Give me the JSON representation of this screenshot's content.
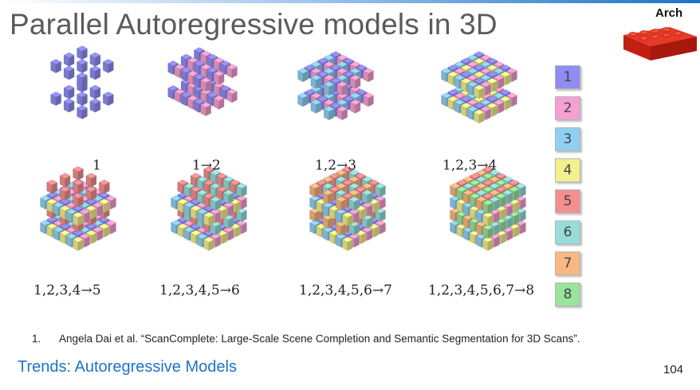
{
  "slide": {
    "title": "Parallel Autoregressive models in 3D",
    "arch_label": "Arch",
    "footer_section": "Trends: Autoregressive Models",
    "page_number": "104",
    "footnote_number": "1.",
    "footnote_text": "Angela Dai et al. “ScanComplete: Large-Scale Scene Completion and Semantic Segmentation for 3D Scans”."
  },
  "figure": {
    "captions": [
      "1",
      "1→2",
      "1,2→3",
      "1,2,3→4",
      "1,2,3,4→5",
      "1,2,3,4,5→6",
      "1,2,3,4,5,6→7",
      "1,2,3,4,5,6,7→8"
    ],
    "legend": [
      {
        "label": "1",
        "color": "#8f8cf2"
      },
      {
        "label": "2",
        "color": "#f5a0d2"
      },
      {
        "label": "3",
        "color": "#8fd0f2"
      },
      {
        "label": "4",
        "color": "#f3f08e"
      },
      {
        "label": "5",
        "color": "#f48f8f"
      },
      {
        "label": "6",
        "color": "#96ddd8"
      },
      {
        "label": "7",
        "color": "#f7b883"
      },
      {
        "label": "8",
        "color": "#9ae39b"
      }
    ]
  }
}
